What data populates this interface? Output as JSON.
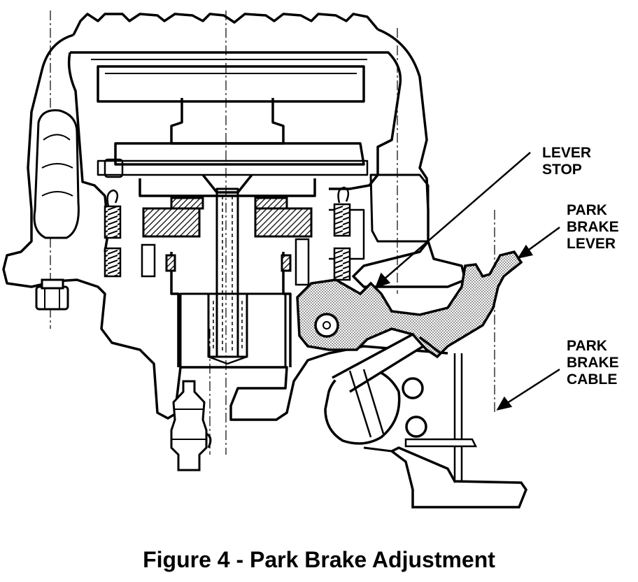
{
  "labels": {
    "lever_stop": [
      "LEVER",
      "STOP"
    ],
    "park_brake_lever": [
      "PARK",
      "BRAKE",
      "LEVER"
    ],
    "park_brake_cable": [
      "PARK",
      "BRAKE",
      "CABLE"
    ]
  },
  "caption": "Figure 4 - Park Brake Adjustment"
}
